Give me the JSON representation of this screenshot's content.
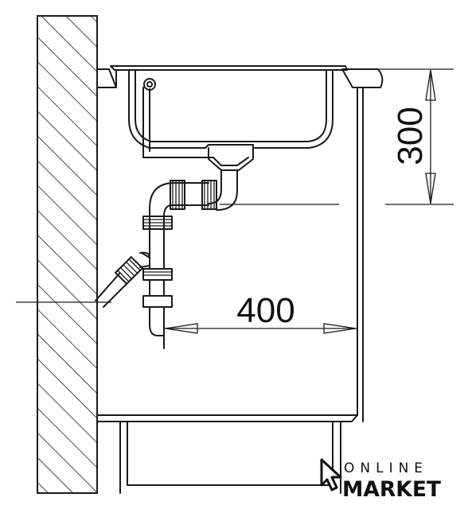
{
  "dimensions": {
    "height_label": "300",
    "width_label": "400"
  },
  "logo": {
    "line1": "ONLINE",
    "line2": "MARKET",
    "icon": "cursor-arrow-icon"
  },
  "colors": {
    "stroke": "#1a1a1a",
    "background": "#ffffff"
  }
}
